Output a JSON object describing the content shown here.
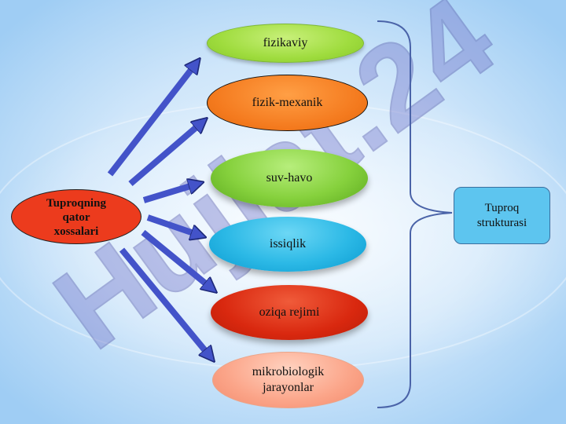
{
  "main_node": {
    "line1": "Tuproqning",
    "line2": "qator",
    "line3": "xossalari"
  },
  "properties": [
    "fizikaviy",
    "fizik-mexanik",
    "suv-havo",
    "issiqlik",
    "oziqa rejimi",
    "mikrobiologik jarayonlar"
  ],
  "result_node": {
    "line1": "Tuproq",
    "line2": "strukturasi"
  },
  "watermark": "Hujjat.24",
  "colors": {
    "arrow": "#4353c9",
    "main_node": "#ec3b1d",
    "result_node": "#5dc5ef",
    "brace": "#4a63a8"
  }
}
